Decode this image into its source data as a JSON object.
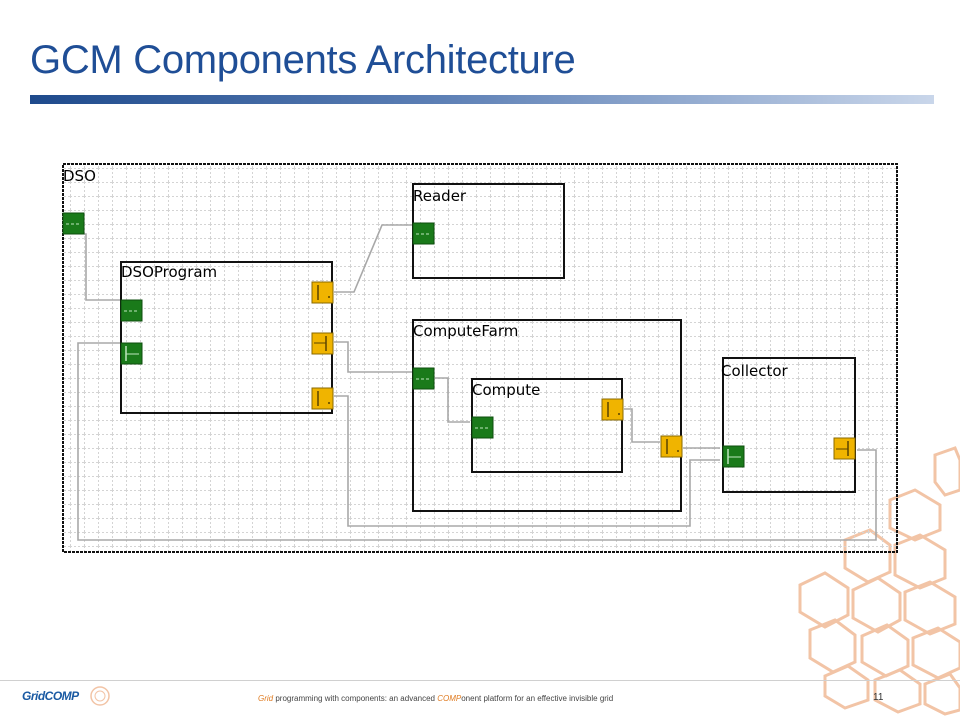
{
  "slide": {
    "title": "GCM Components Architecture",
    "page_number": "11",
    "footer": {
      "part1_hl": "Grid",
      "part2": " programming  with components:  an advanced ",
      "part3_hl": "COMP",
      "part4": "onent  platform for an effective invisible grid"
    },
    "logo": {
      "text": "GridCOMP",
      "icon": "gridcomp-logo-icon"
    }
  },
  "diagram": {
    "components": [
      {
        "id": "dso",
        "label": "DSO"
      },
      {
        "id": "reader",
        "label": "Reader"
      },
      {
        "id": "dsoprogram",
        "label": "DSOProgram"
      },
      {
        "id": "computefarm",
        "label": "ComputeFarm"
      },
      {
        "id": "compute",
        "label": "Compute"
      },
      {
        "id": "collector",
        "label": "Collector"
      }
    ],
    "colors": {
      "server_interface": "#1a7a1a",
      "client_interface": "#f0b400",
      "binding": "#aaaaaa",
      "grid": "#c8c8c8",
      "decor_accent": "#f2c4a6"
    }
  }
}
